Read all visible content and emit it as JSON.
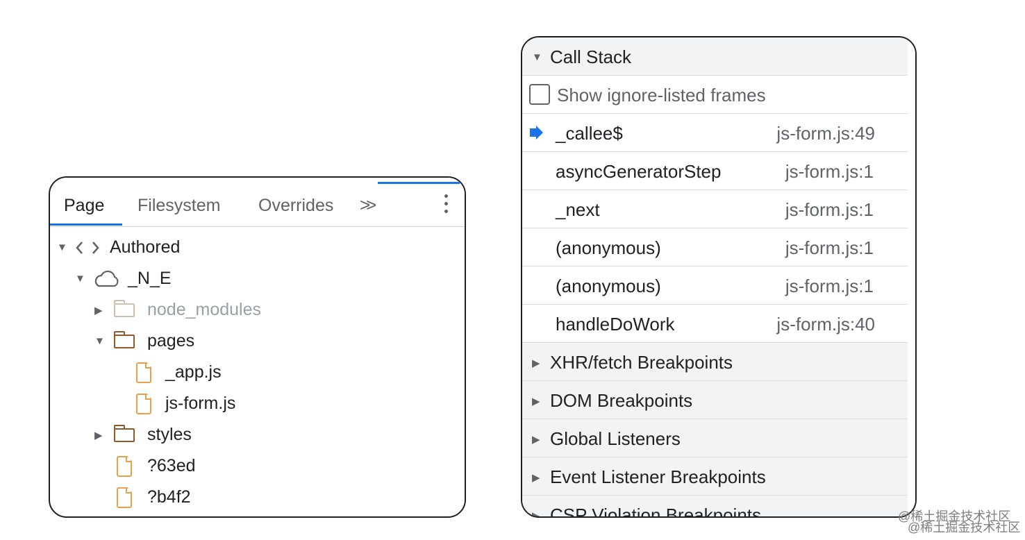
{
  "sources_panel": {
    "tabs": [
      {
        "label": "Page",
        "active": true
      },
      {
        "label": "Filesystem",
        "active": false
      },
      {
        "label": "Overrides",
        "active": false
      }
    ],
    "more_tabs_symbol": ">>",
    "tree": [
      {
        "label": "Authored",
        "type": "authored",
        "expanded": true
      },
      {
        "label": "_N_E",
        "type": "cloud",
        "expanded": true
      },
      {
        "label": "node_modules",
        "type": "folder",
        "expanded": false,
        "dimmed": true
      },
      {
        "label": "pages",
        "type": "folder",
        "expanded": true
      },
      {
        "label": "_app.js",
        "type": "file"
      },
      {
        "label": "js-form.js",
        "type": "file"
      },
      {
        "label": "styles",
        "type": "folder",
        "expanded": false
      },
      {
        "label": "?63ed",
        "type": "file"
      },
      {
        "label": "?b4f2",
        "type": "file"
      }
    ]
  },
  "debugger_panel": {
    "call_stack_title": "Call Stack",
    "show_ignore_listed_label": "Show ignore-listed frames",
    "show_ignore_listed_checked": false,
    "frames": [
      {
        "name": "_callee$",
        "location": "js-form.js:49",
        "current": true
      },
      {
        "name": "asyncGeneratorStep",
        "location": "js-form.js:1"
      },
      {
        "name": "_next",
        "location": "js-form.js:1"
      },
      {
        "name": "(anonymous)",
        "location": "js-form.js:1"
      },
      {
        "name": "(anonymous)",
        "location": "js-form.js:1"
      },
      {
        "name": "handleDoWork",
        "location": "js-form.js:40"
      }
    ],
    "sections": [
      "XHR/fetch Breakpoints",
      "DOM Breakpoints",
      "Global Listeners",
      "Event Listener Breakpoints",
      "CSP Violation Breakpoints"
    ]
  },
  "watermark": {
    "line1": "@稀土掘金技术社区",
    "line2": "@稀土掘金技术社区"
  },
  "colors": {
    "accent": "#1a73e8",
    "folder": "#8d5a2b",
    "file": "#e8a04a",
    "section_bg": "#f1f3f4"
  }
}
